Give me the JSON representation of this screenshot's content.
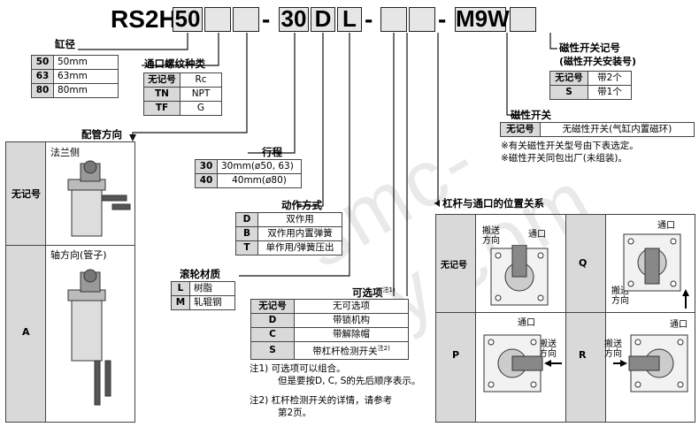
{
  "model": {
    "prefix": "RS2H",
    "bore": "50",
    "stroke": "30",
    "action": "D",
    "roller": "L",
    "switch": "M9W"
  },
  "bore": {
    "title": "缸径",
    "rows": [
      {
        "k": "50",
        "v": "50mm"
      },
      {
        "k": "63",
        "v": "63mm"
      },
      {
        "k": "80",
        "v": "80mm"
      }
    ]
  },
  "port_thread": {
    "title": "通口螺纹种类",
    "rows": [
      {
        "k": "无记号",
        "v": "Rc"
      },
      {
        "k": "TN",
        "v": "NPT"
      },
      {
        "k": "TF",
        "v": "G"
      }
    ]
  },
  "piping": {
    "title": "配管方向",
    "panels": [
      {
        "k": "无记号",
        "caption": "法兰侧"
      },
      {
        "k": "A",
        "caption": "轴方向(管子)"
      }
    ]
  },
  "stroke": {
    "title": "行程",
    "rows": [
      {
        "k": "30",
        "v": "30mm(ø50, 63)"
      },
      {
        "k": "40",
        "v": "40mm(ø80)"
      }
    ]
  },
  "action": {
    "title": "动作方式",
    "rows": [
      {
        "k": "D",
        "v": "双作用"
      },
      {
        "k": "B",
        "v": "双作用内置弹簧"
      },
      {
        "k": "T",
        "v": "单作用/弹簧压出"
      }
    ]
  },
  "roller": {
    "title": "滚轮材质",
    "rows": [
      {
        "k": "L",
        "v": "树脂"
      },
      {
        "k": "M",
        "v": "轧辊钢"
      }
    ]
  },
  "options": {
    "title": "可选项",
    "title_note": "注1)",
    "rows": [
      {
        "k": "无记号",
        "v": "无可选项",
        "note": ""
      },
      {
        "k": "D",
        "v": "带锁机构",
        "note": ""
      },
      {
        "k": "C",
        "v": "带解除帽",
        "note": ""
      },
      {
        "k": "S",
        "v": "带杠杆检测开关",
        "note": "注2)"
      }
    ]
  },
  "notes": [
    "注1) 可选项可以组合。",
    "但是要按D, C, S的先后顺序表示。",
    "注2) 杠杆检测开关的详情，请参考",
    "第2页。"
  ],
  "switch_qty": {
    "title": "磁性开关记号",
    "subtitle": "(磁性开关安装号)",
    "rows": [
      {
        "k": "无记号",
        "v": "带2个"
      },
      {
        "k": "S",
        "v": "带1个"
      }
    ]
  },
  "switch": {
    "title": "磁性开关",
    "rows": [
      {
        "k": "无记号",
        "v": "无磁性开关(气缸内置磁环)"
      }
    ],
    "notes": [
      "※有关磁性开关型号由下表选定。",
      "※磁性开关同包出厂(未组装)。"
    ]
  },
  "lever": {
    "title": "杠杆与通口的位置关系",
    "port": "通口",
    "transfer": [
      "搬送",
      "方向"
    ],
    "cells": [
      {
        "k": "无记号"
      },
      {
        "k": "Q"
      },
      {
        "k": "P"
      },
      {
        "k": "R"
      }
    ]
  },
  "watermark": "smc-sy.com",
  "colors": {
    "key_bg": "#d9d9d9",
    "model_box": "#e6e6e6"
  }
}
